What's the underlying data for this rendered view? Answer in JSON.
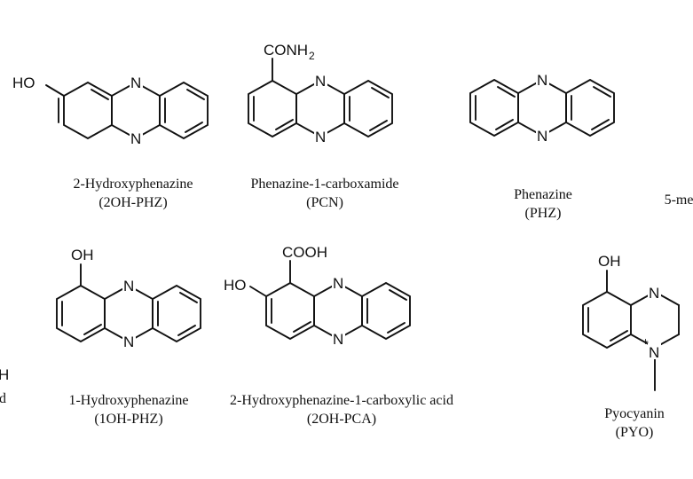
{
  "compounds": [
    {
      "id": "2oh-phz",
      "name": "2-Hydroxyphenazine",
      "abbr": "(2OH-PHZ)",
      "labels": [
        "HO",
        "N",
        "N"
      ]
    },
    {
      "id": "pcn",
      "name": "Phenazine-1-carboxamide",
      "abbr": "(PCN)",
      "labels": [
        "CONH",
        "2",
        "N",
        "N"
      ]
    },
    {
      "id": "phz",
      "name": "Phenazine",
      "abbr": "(PHZ)",
      "labels": [
        "N",
        "N"
      ]
    },
    {
      "id": "partial-right",
      "name": "5-me",
      "abbr": ""
    },
    {
      "id": "partial-left",
      "name": "d",
      "abbr": "",
      "labels": [
        "H"
      ]
    },
    {
      "id": "1oh-phz",
      "name": "1-Hydroxyphenazine",
      "abbr": "(1OH-PHZ)",
      "labels": [
        "OH",
        "N",
        "N"
      ]
    },
    {
      "id": "2oh-pca",
      "name": "2-Hydroxyphenazine-1-carboxylic acid",
      "abbr": "(2OH-PCA)",
      "labels": [
        "COOH",
        "HO",
        "N",
        "N"
      ]
    },
    {
      "id": "pyo",
      "name": "Pyocyanin",
      "abbr": "(PYO)",
      "labels": [
        "OH",
        "N",
        "N",
        "+"
      ]
    }
  ]
}
